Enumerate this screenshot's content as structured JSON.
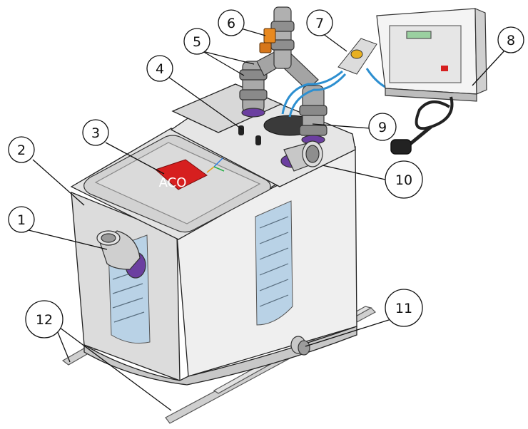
{
  "diagram": {
    "logo_text": "ACO",
    "callouts": [
      "1",
      "2",
      "3",
      "4",
      "5",
      "6",
      "7",
      "8",
      "9",
      "10",
      "11",
      "12"
    ],
    "colors": {
      "tank_body": "#e9e9e9",
      "tank_shadow": "#bdbdbd",
      "sight_window": "#b9d2e6",
      "pipe": "#a9a9a9",
      "gasket": "#6b3fa0",
      "valve": "#e8891f",
      "cable": "#2d8fd0",
      "logo": "#d61f1f",
      "outline": "#222222"
    }
  }
}
